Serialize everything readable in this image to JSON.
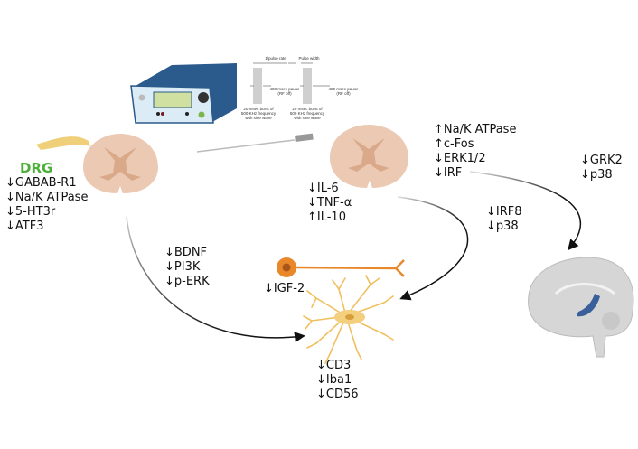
{
  "figure": {
    "device": {
      "name": "pulsed radiofrequency generator",
      "waveform_labels": {
        "pulse_rate": "1/pulse rate",
        "pulse_width": "Pulse width",
        "burst_1": [
          "20 msec burst of",
          "500 KHz frequency",
          "with sine wave"
        ],
        "pause_1": [
          "480 msec pause",
          "(RF off)"
        ],
        "burst_2": [
          "20 msec burst of",
          "500 KHz frequency",
          "with sine wave"
        ],
        "pause_2": [
          "480 msec pause",
          "(RF off)"
        ]
      }
    },
    "drg": {
      "title": "DRG",
      "title_color": "#4caf3a",
      "markers": [
        "↓GABAB-R1",
        "↓Na/K ATPase",
        "↓5-HT3r",
        "↓ATF3"
      ]
    },
    "spinal_cord_effects": {
      "upper_right": [
        "↑Na/K ATPase",
        "↑c-Fos",
        "↓ERK1/2",
        "↓IRF"
      ],
      "lower_left": [
        "↓IL-6",
        "↓TNF-α",
        "↑IL-10"
      ]
    },
    "brain_pathway": [
      "↓GRK2",
      "↓p38"
    ],
    "spinal_to_glia_pathway": [
      "↓IRF8",
      "↓p38"
    ],
    "drg_to_glia_pathway": [
      "↓BDNF",
      "↓PI3K",
      "↓p-ERK"
    ],
    "neuron": {
      "marker": "↓IGF-2",
      "color": "#e8882a"
    },
    "glia": {
      "color": "#f0c060",
      "markers": [
        "↓CD3",
        "↓Iba1",
        "↓CD56"
      ]
    },
    "colors": {
      "device_body": "#2b5a8c",
      "device_front": "#dcecf6",
      "spinal_cord": "#ebc9b3",
      "gray_matter": "#d9a98a",
      "brain": "#d4d4d4",
      "hippocampus": "#3a5f9a",
      "nerve": "#f0cf7a"
    }
  }
}
